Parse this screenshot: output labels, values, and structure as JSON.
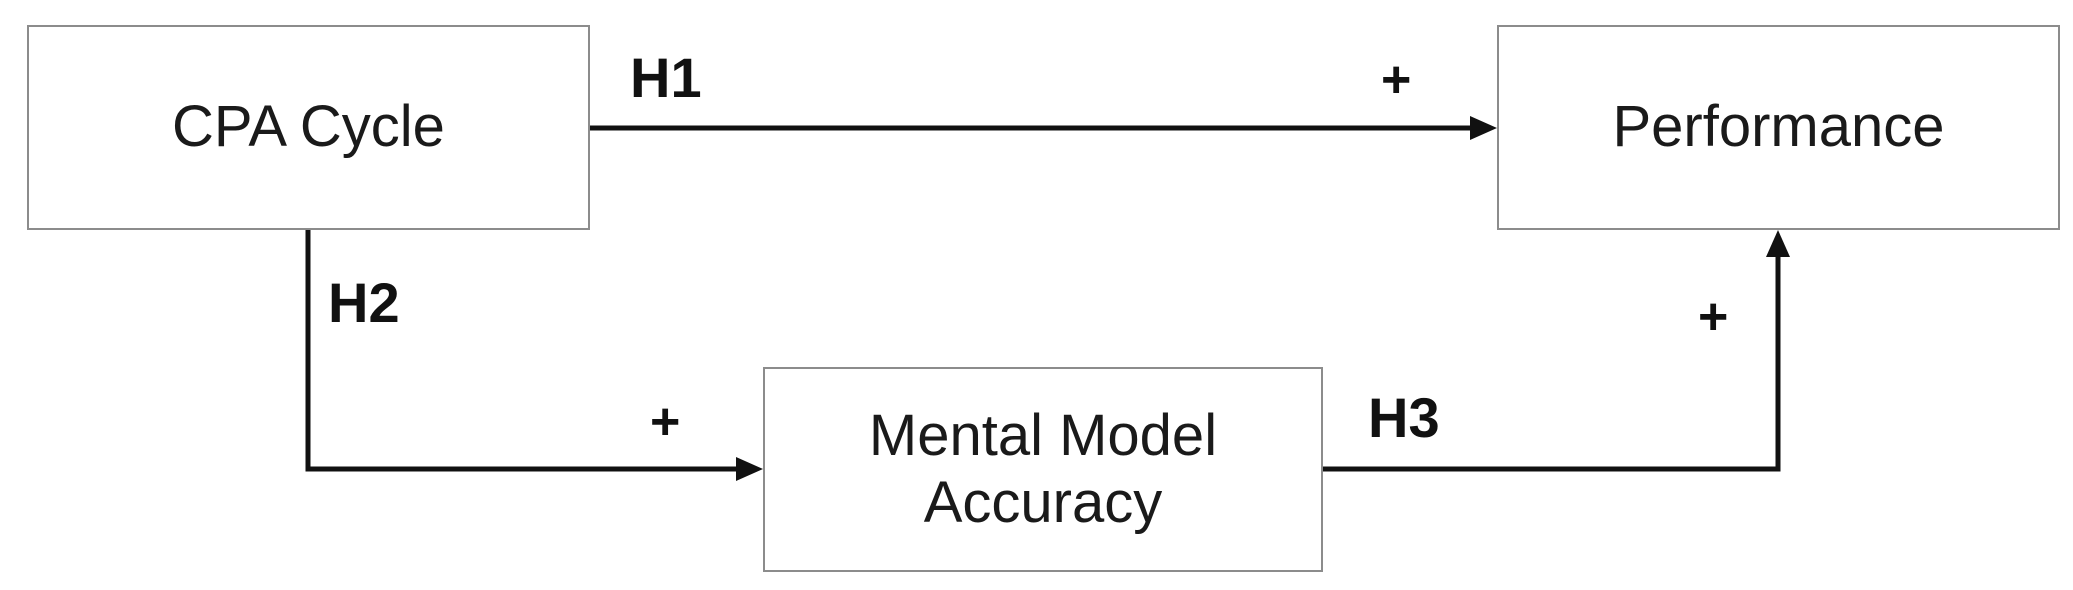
{
  "nodes": {
    "cpa_cycle": "CPA Cycle",
    "performance": "Performance",
    "mental_model_line1": "Mental Model",
    "mental_model_line2": "Accuracy"
  },
  "hypotheses": {
    "h1": "H1",
    "h2": "H2",
    "h3": "H3"
  },
  "signs": {
    "h1": "+",
    "h2": "+",
    "h3": "+"
  },
  "edges": [
    {
      "from": "CPA Cycle",
      "to": "Performance",
      "hypothesis": "H1",
      "sign": "+"
    },
    {
      "from": "CPA Cycle",
      "to": "Mental Model Accuracy",
      "hypothesis": "H2",
      "sign": "+"
    },
    {
      "from": "Mental Model Accuracy",
      "to": "Performance",
      "hypothesis": "H3",
      "sign": "+"
    }
  ],
  "colors": {
    "box_border": "#8c8c8c",
    "line": "#111111",
    "text": "#1a1a1a"
  }
}
